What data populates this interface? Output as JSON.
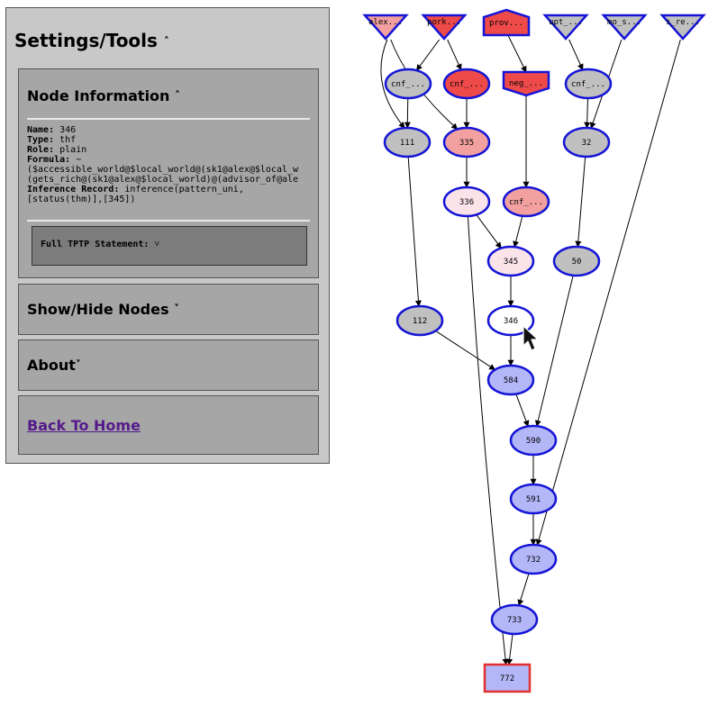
{
  "panel": {
    "title": "Settings/Tools",
    "node_info": {
      "heading": "Node Information",
      "name_label": "Name:",
      "name": "346",
      "type_label": "Type:",
      "type": "thf",
      "role_label": "Role:",
      "role": "plain",
      "formula_label": "Formula:",
      "formula_line1": "~",
      "formula_line2": "($accessible_world@$local_world@(sk1@alex@$local_w",
      "formula_line3": "(gets_rich@(sk1@alex@$local_world)@(advisor_of@ale",
      "inference_label": "Inference Record:",
      "inference_line1": "inference(pattern_uni,",
      "inference_line2": "[status(thm)],[345])",
      "tptp_label": "Full TPTP Statement:"
    },
    "show_hide": "Show/Hide Nodes",
    "about": "About",
    "home_link": "Back To Home"
  },
  "graph": {
    "colors": {
      "border_blue": "#1515d6",
      "border_red": "#e23030",
      "gray": "#c0c0c0",
      "periwinkle": "#b4b7f7",
      "red_strong": "#ee4a4a",
      "red_light": "#f2a0a0",
      "pink_pale": "#fbe3ea",
      "white": "#ffffff"
    },
    "nodes": [
      {
        "id": "t1",
        "label": "alex...",
        "color": "red_light",
        "shape": "triangle"
      },
      {
        "id": "t2",
        "label": "pork...",
        "color": "red_strong",
        "shape": "triangle"
      },
      {
        "id": "t3",
        "label": "prov...",
        "color": "red_strong",
        "shape": "house"
      },
      {
        "id": "t4",
        "label": "upt_...",
        "color": "gray",
        "shape": "triangle"
      },
      {
        "id": "t5",
        "label": "mo_s...",
        "color": "gray",
        "shape": "triangle"
      },
      {
        "id": "t6",
        "label": "s_re...",
        "color": "gray",
        "shape": "triangle"
      },
      {
        "id": "c1",
        "label": "cnf_...",
        "color": "gray",
        "shape": "ellipse"
      },
      {
        "id": "c2",
        "label": "cnf_...",
        "color": "red_strong",
        "shape": "ellipse"
      },
      {
        "id": "neg",
        "label": "neg_...",
        "color": "red_strong",
        "shape": "house"
      },
      {
        "id": "c4",
        "label": "cnf_...",
        "color": "gray",
        "shape": "ellipse"
      },
      {
        "id": "n111",
        "label": "111",
        "color": "gray",
        "shape": "ellipse"
      },
      {
        "id": "n335",
        "label": "335",
        "color": "red_light",
        "shape": "ellipse"
      },
      {
        "id": "n32",
        "label": "32",
        "color": "gray",
        "shape": "ellipse"
      },
      {
        "id": "n336",
        "label": "336",
        "color": "pink_pale",
        "shape": "ellipse"
      },
      {
        "id": "c5",
        "label": "cnf_...",
        "color": "red_light",
        "shape": "ellipse"
      },
      {
        "id": "n345",
        "label": "345",
        "color": "pink_pale",
        "shape": "ellipse"
      },
      {
        "id": "n50",
        "label": "50",
        "color": "gray",
        "shape": "ellipse"
      },
      {
        "id": "n112",
        "label": "112",
        "color": "gray",
        "shape": "ellipse"
      },
      {
        "id": "n346",
        "label": "346",
        "color": "white",
        "shape": "ellipse"
      },
      {
        "id": "n584",
        "label": "584",
        "color": "periwinkle",
        "shape": "ellipse"
      },
      {
        "id": "n590",
        "label": "590",
        "color": "periwinkle",
        "shape": "ellipse"
      },
      {
        "id": "n591",
        "label": "591",
        "color": "periwinkle",
        "shape": "ellipse"
      },
      {
        "id": "n732",
        "label": "732",
        "color": "periwinkle",
        "shape": "ellipse"
      },
      {
        "id": "n733",
        "label": "733",
        "color": "periwinkle",
        "shape": "ellipse"
      },
      {
        "id": "n772",
        "label": "772",
        "color": "periwinkle",
        "shape": "box"
      }
    ],
    "edges": [
      [
        "t1",
        "n111"
      ],
      [
        "t1",
        "n335"
      ],
      [
        "t2",
        "c2"
      ],
      [
        "t2",
        "c1"
      ],
      [
        "t3",
        "neg"
      ],
      [
        "t4",
        "c4"
      ],
      [
        "t5",
        "n32"
      ],
      [
        "t6",
        "n732"
      ],
      [
        "c1",
        "n111"
      ],
      [
        "c2",
        "n335"
      ],
      [
        "neg",
        "c5"
      ],
      [
        "c4",
        "n32"
      ],
      [
        "n111",
        "n112"
      ],
      [
        "n335",
        "n336"
      ],
      [
        "n32",
        "n50"
      ],
      [
        "n336",
        "n345"
      ],
      [
        "n336",
        "n772"
      ],
      [
        "c5",
        "n345"
      ],
      [
        "n345",
        "n346"
      ],
      [
        "n50",
        "n590"
      ],
      [
        "n112",
        "n584"
      ],
      [
        "n346",
        "n584"
      ],
      [
        "n584",
        "n590"
      ],
      [
        "n590",
        "n591"
      ],
      [
        "n591",
        "n732"
      ],
      [
        "n732",
        "n733"
      ],
      [
        "n733",
        "n772"
      ]
    ]
  }
}
